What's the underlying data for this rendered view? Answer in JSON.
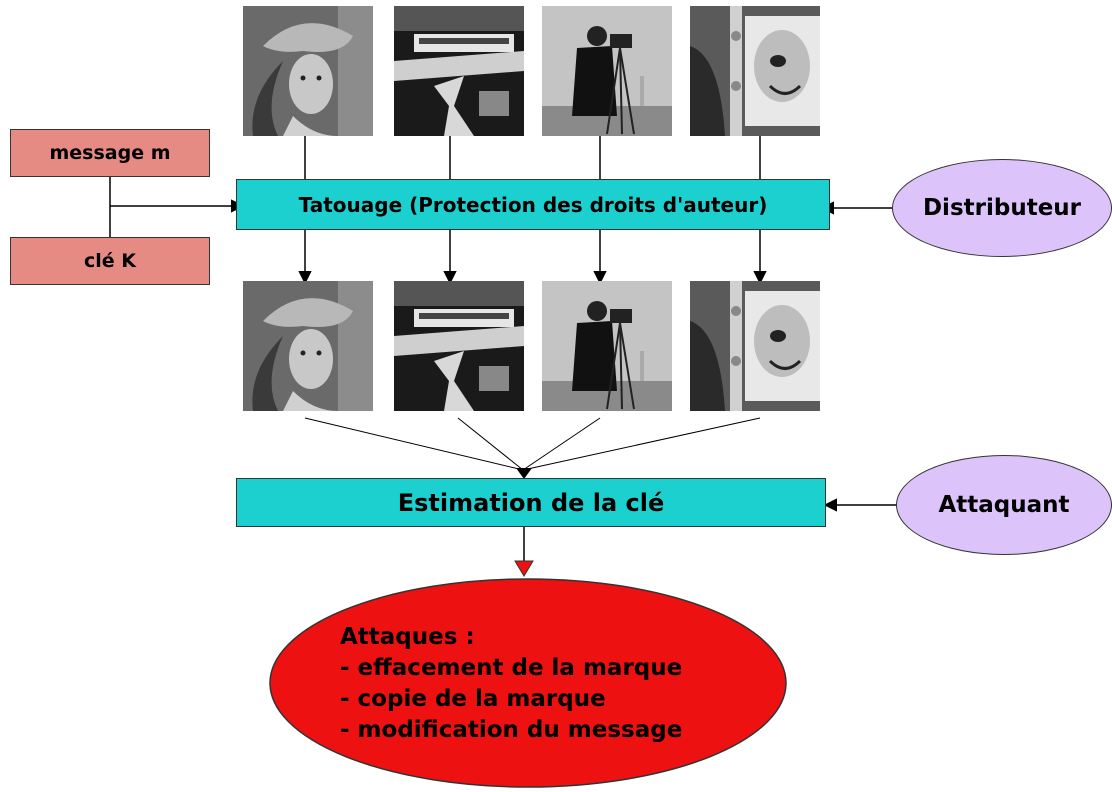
{
  "inputs": {
    "message": "message m",
    "key": "clé K"
  },
  "process": {
    "watermarking": "Tatouage (Protection des droits d'auteur)",
    "estimation": "Estimation de la clé"
  },
  "actors": {
    "distributor": "Distributeur",
    "attacker": "Attaquant"
  },
  "attacks": {
    "title": "Attaques :",
    "items": [
      "- effacement de la marque",
      "- copie de la marque",
      "- modification du message"
    ]
  },
  "images": {
    "original": [
      "lena-photo",
      "building-photo",
      "cameraman-photo",
      "clown-photo"
    ],
    "watermarked": [
      "lena-photo",
      "building-photo",
      "cameraman-photo",
      "clown-photo"
    ]
  },
  "colors": {
    "input_box": "#e68a84",
    "process_box": "#1cd0d0",
    "actor_oval": "#dcc4fb",
    "attack_oval": "#ee1111",
    "estimation_arrow": "#ee1111"
  }
}
